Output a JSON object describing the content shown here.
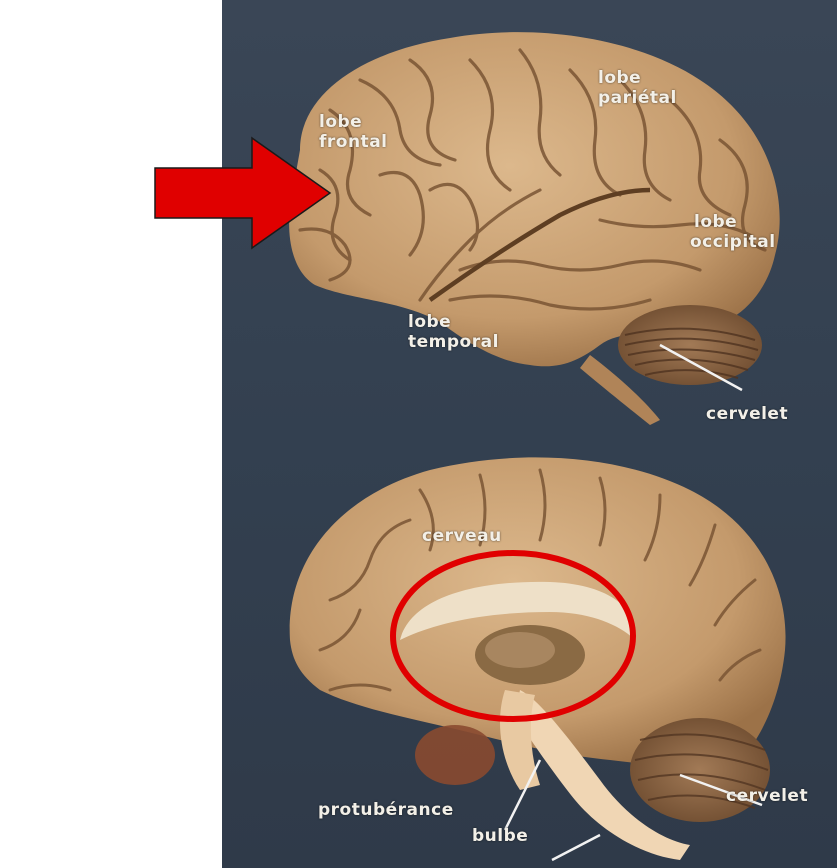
{
  "labels": {
    "lobe_frontal": [
      "lobe",
      "frontal"
    ],
    "lobe_parietal": [
      "lobe",
      "pariétal"
    ],
    "lobe_occipital": [
      "lobe",
      "occipital"
    ],
    "lobe_temporal": [
      "lobe",
      "temporal"
    ],
    "cervelet_top": "cervelet",
    "cerveau": "cerveau",
    "cervelet_bottom": "cervelet",
    "protuberance": "protubérance",
    "bulbe": "bulbe"
  },
  "colors": {
    "background": "#36404f",
    "brain": "#c9a276",
    "sulcus": "#7a5534",
    "annotation": "#e00000"
  },
  "annotations": {
    "arrow": "red-arrow-pointing-right",
    "ellipse": "red-ellipse-around-limbic-region"
  }
}
